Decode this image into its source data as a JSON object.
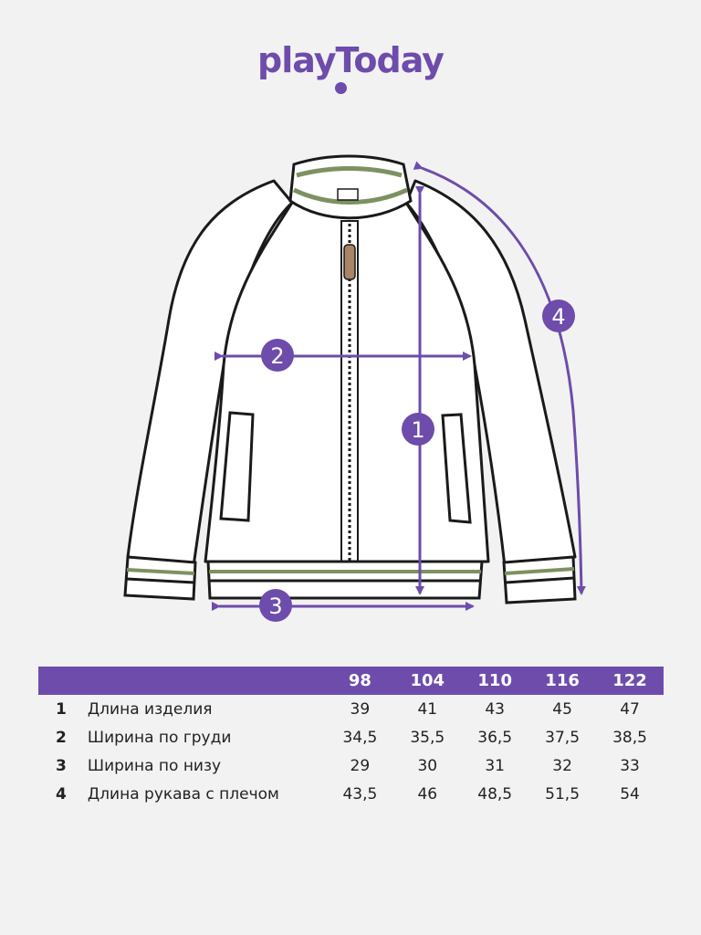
{
  "brand": {
    "name": "playToday"
  },
  "colors": {
    "accent": "#6d4cab",
    "stripe": "#7d9161",
    "outline": "#1a1a1a"
  },
  "diagram": {
    "badges": [
      {
        "label": "1"
      },
      {
        "label": "2"
      },
      {
        "label": "3"
      },
      {
        "label": "4"
      }
    ]
  },
  "table": {
    "sizes": [
      "98",
      "104",
      "110",
      "116",
      "122"
    ],
    "rows": [
      {
        "num": "1",
        "name": "Длина изделия",
        "values": [
          "39",
          "41",
          "43",
          "45",
          "47"
        ]
      },
      {
        "num": "2",
        "name": "Ширина по груди",
        "values": [
          "34,5",
          "35,5",
          "36,5",
          "37,5",
          "38,5"
        ]
      },
      {
        "num": "3",
        "name": "Ширина по низу",
        "values": [
          "29",
          "30",
          "31",
          "32",
          "33"
        ]
      },
      {
        "num": "4",
        "name": "Длина рукава с плечом",
        "values": [
          "43,5",
          "46",
          "48,5",
          "51,5",
          "54"
        ]
      }
    ]
  }
}
